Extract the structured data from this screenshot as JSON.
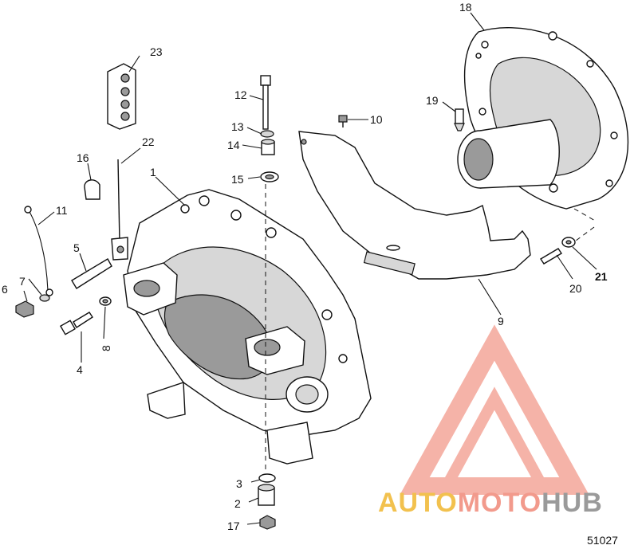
{
  "figure_number": "51027",
  "watermark": {
    "parts": [
      "AUTO",
      "MOTO",
      "HUB"
    ],
    "colors": {
      "auto": "#f2c14e",
      "moto": "#f29a8c",
      "hub": "#9a9a9a",
      "triangle": "#f29a8c"
    }
  },
  "callouts": {
    "c1": "1",
    "c2": "2",
    "c3": "3",
    "c4": "4",
    "c5": "5",
    "c6": "6",
    "c7": "7",
    "c8": "8",
    "c9": "9",
    "c10": "10",
    "c11": "11",
    "c12": "12",
    "c13": "13",
    "c14": "14",
    "c15": "15",
    "c16": "16",
    "c17": "17",
    "c18": "18",
    "c19": "19",
    "c20": "20",
    "c21": "21",
    "c22": "22",
    "c23": "23"
  }
}
